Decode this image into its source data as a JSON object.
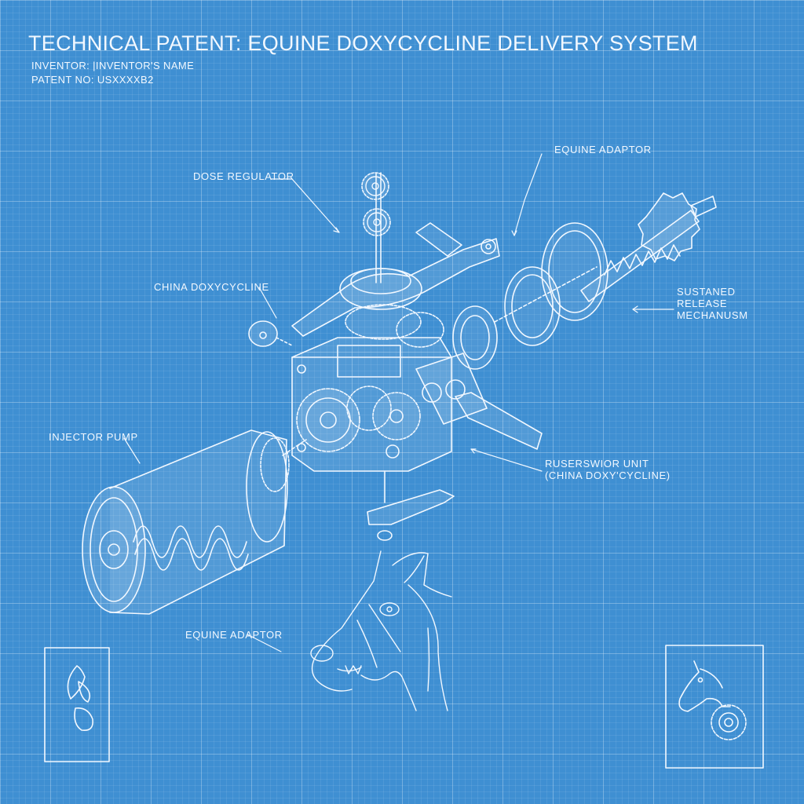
{
  "header": {
    "title": "TECHNICAL PATENT: EQUINE DOXYCYCLINE DELIVERY SYSTEM",
    "inventor": "INVENTOR: |INVENTOR'S NAME",
    "patent_no": "PATENT NO:  USXXXXB2"
  },
  "labels": {
    "dose_regulator": "DOSE REGULATOR",
    "equine_adaptor_top": "EQUINE ADAPTOR",
    "china_doxycycline": "CHINA DOXYCYCLINE",
    "sustained_release": "SUSTANED\nRELEASE\nMECHANUSM",
    "injector_pump": "INJECTOR PUMP",
    "reservoir_unit": "RUSERSWIOR UNIT\n(CHINA DOXY'CYCLINE)",
    "equine_adaptor_bottom": "EQUINE ADAPTOR"
  },
  "colors": {
    "background": "#3f8fd2",
    "line": "#f2f8ff"
  }
}
